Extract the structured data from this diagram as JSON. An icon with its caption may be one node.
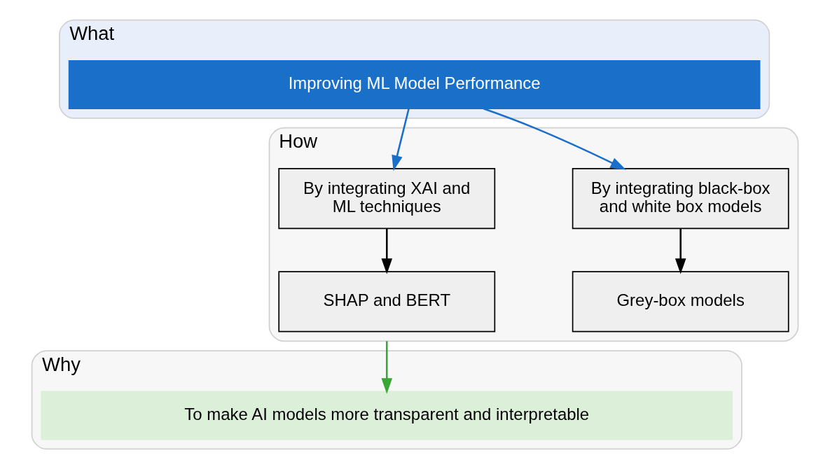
{
  "diagram": {
    "nodes": [
      {
        "text": [
          "What"
        ]
      },
      {
        "text": [
          "Improving ML Model Performance"
        ],
        "in": 0
      },
      {
        "text": [
          "How"
        ]
      },
      {
        "text": [
          "By integrating black-box and white box models"
        ],
        "in": 2
      },
      {
        "text": [
          "By integrating XAI and ML techniques"
        ],
        "in": 2
      },
      {
        "text": [
          "Grey-box models"
        ],
        "in": 2
      },
      {
        "text": [
          "SHAP and BERT"
        ],
        "in": 2
      },
      {
        "text": [
          "Why"
        ]
      },
      {
        "text": [
          "To make AI models more transparent and interpretable"
        ],
        "in": 7
      }
    ],
    "edges": [
      {
        "from": 1,
        "to": 3,
        "arrow": "to",
        "color": "#1a6fc9"
      },
      {
        "from": 1,
        "to": 4,
        "arrow": "to",
        "color": "#1a6fc9"
      },
      {
        "from": 3,
        "to": 5,
        "arrow": "to",
        "color": "#000000"
      },
      {
        "from": 4,
        "to": 6,
        "arrow": "to",
        "color": "#000000"
      },
      {
        "from": 2,
        "to": 8,
        "arrow": "to",
        "color": "#3aa635"
      }
    ]
  }
}
